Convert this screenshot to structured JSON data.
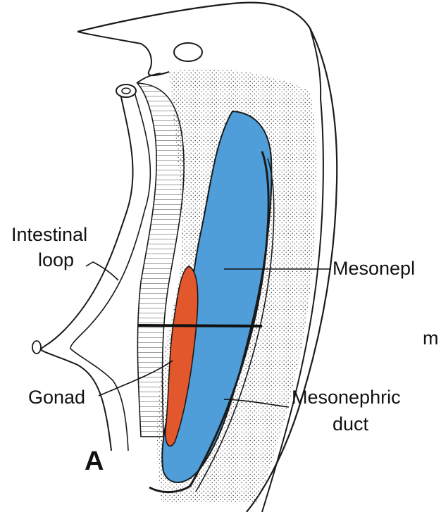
{
  "panel_label": "A",
  "labels": {
    "intestinal_loop_line1": "Intestinal",
    "intestinal_loop_line2": "loop",
    "mesonephros_partial": "Mesonepl",
    "cutoff_letter": "m",
    "gonad": "Gonad",
    "mesonephric_duct_line1": "Mesonephric",
    "mesonephric_duct_line2": "duct"
  },
  "colors": {
    "mesonephros": "#4f9ed9",
    "gonad": "#e2572c",
    "outline": "#1a1a1a",
    "stipple": "#333333"
  }
}
